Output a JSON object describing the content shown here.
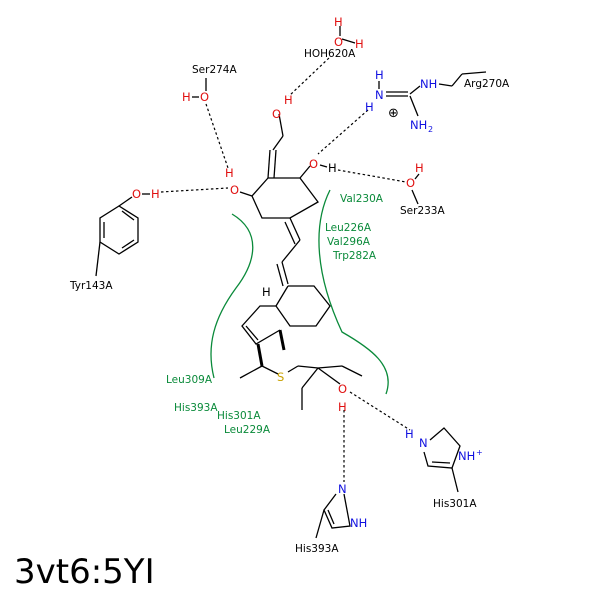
{
  "title": "3vt6:5YI",
  "residues": {
    "ser274": "Ser274A",
    "hoh620": "HOH620A",
    "arg270": "Arg270A",
    "tyr143": "Tyr143A",
    "ser233": "Ser233A",
    "val230": "Val230A",
    "leu226": "Leu226A",
    "val296": "Val296A",
    "trp282": "Trp282A",
    "leu309": "Leu309A",
    "his393_contact": "His393A",
    "his301_contact": "His301A",
    "leu229": "Leu229A",
    "his301": "His301A",
    "his393": "His393A"
  },
  "atoms": {
    "o": "O",
    "h": "H",
    "n": "N",
    "nh": "NH",
    "nh2": "NH",
    "nh2_sub": "2",
    "nh_plus": "NH",
    "plus": "+",
    "s": "S",
    "charge": "⊕"
  },
  "colors": {
    "oxygen": "#e01010",
    "nitrogen": "#1010e0",
    "sulfur": "#c8a000",
    "contact_arc": "#0a8a3a",
    "bond": "#000000"
  }
}
